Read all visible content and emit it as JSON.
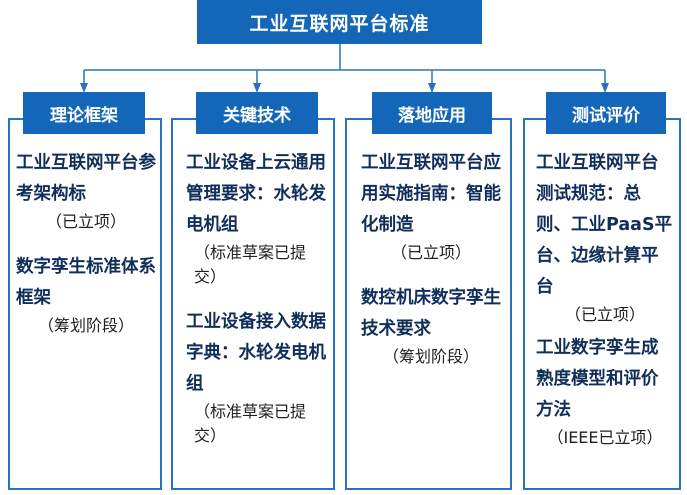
{
  "root": {
    "title": "工业互联网平台标准"
  },
  "colors": {
    "header_blue": "#1466b8",
    "frame_blue": "#2a72c0",
    "text_dark": "#0f2e5a"
  },
  "columns": [
    {
      "header": "理论框架",
      "items": [
        {
          "title": "工业互联网平台参考架构标",
          "status": "（已立项）"
        },
        {
          "title": "数字孪生标准体系框架",
          "status": "（筹划阶段）"
        }
      ]
    },
    {
      "header": "关键技术",
      "items": [
        {
          "title": "工业设备上云通用管理要求：水轮发电机组",
          "status": "（标准草案已提交）"
        },
        {
          "title": "工业设备接入数据字典：水轮发电机组",
          "status": "（标准草案已提交）"
        }
      ]
    },
    {
      "header": "落地应用",
      "items": [
        {
          "title": "工业互联网平台应用实施指南：智能化制造",
          "status": "（已立项）"
        },
        {
          "title": "数控机床数字孪生技术要求",
          "status": "（筹划阶段）"
        }
      ]
    },
    {
      "header": "测试评价",
      "items": [
        {
          "title": "工业互联网平台测试规范：总则、工业PaaS平台、边缘计算平台",
          "status": "（已立项）"
        },
        {
          "title": "工业数字孪生成熟度模型和评价方法",
          "status": "（IEEE已立项）"
        }
      ]
    }
  ]
}
